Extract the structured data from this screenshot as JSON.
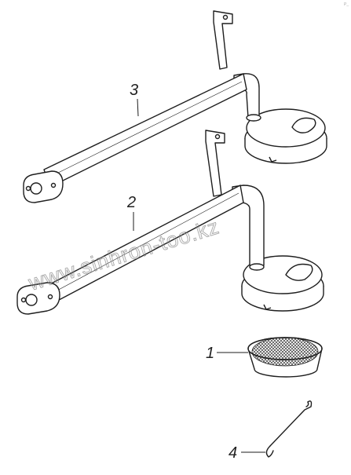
{
  "diagram": {
    "corner_mark": "P_",
    "watermark": "www.sinhron-too.kz",
    "callouts": [
      {
        "id": "3",
        "label": "3"
      },
      {
        "id": "2",
        "label": "2"
      },
      {
        "id": "1",
        "label": "1"
      },
      {
        "id": "4",
        "label": "4"
      }
    ],
    "colors": {
      "line": "#1e1e1e",
      "fill": "#ffffff",
      "mesh": "#3a3a3a",
      "watermark": "#8a8a8a"
    }
  }
}
